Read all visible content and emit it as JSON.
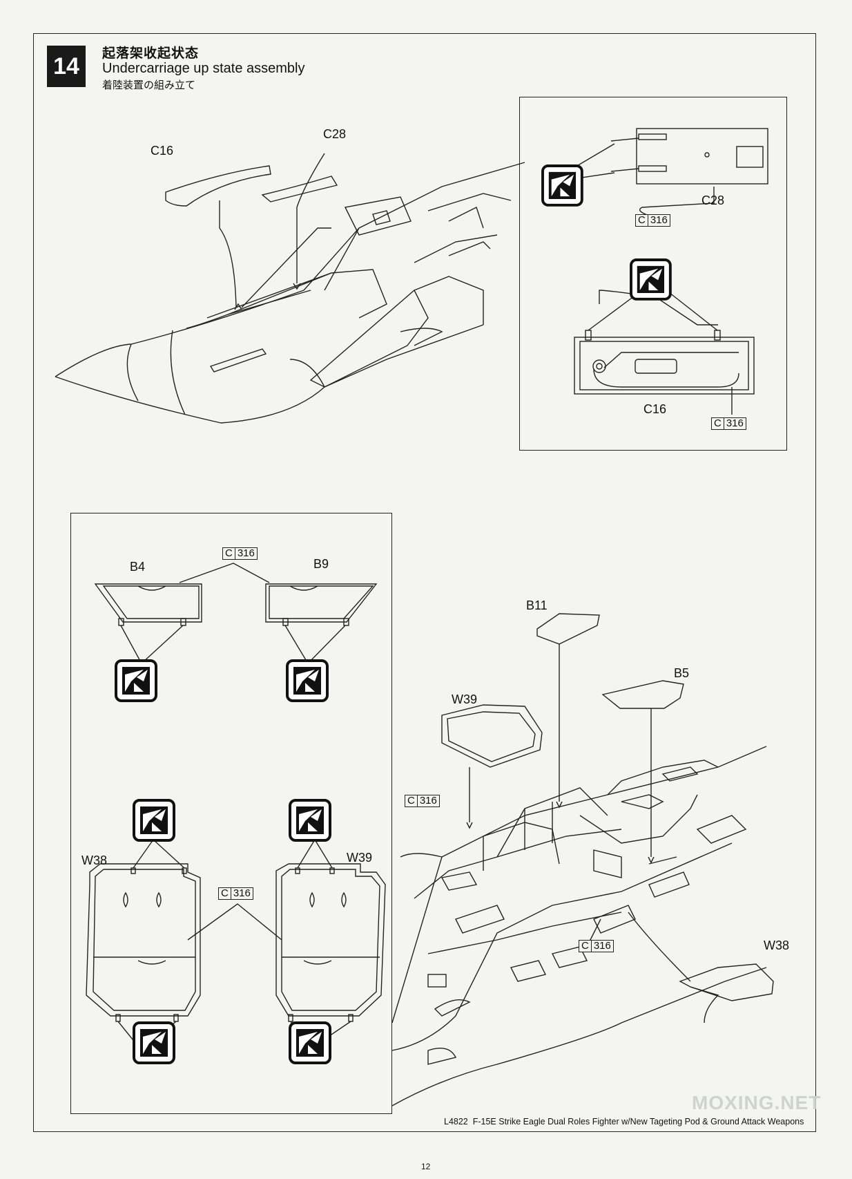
{
  "step": {
    "number": "14",
    "title_zh": "起落架收起状态",
    "title_en": "Undercarriage up state assembly",
    "title_ja": "着陸装置の組み立て"
  },
  "labels": {
    "c16_top": "C16",
    "c28_top": "C28",
    "c28_inset": "C28",
    "c16_inset": "C16",
    "b4": "B4",
    "b9": "B9",
    "w38_left": "W38",
    "w39_left": "W39",
    "b11": "B11",
    "b5": "B5",
    "w39_main": "W39",
    "w38_main": "W38"
  },
  "color_refs": {
    "code_letter": "C",
    "code_number": "316"
  },
  "footer": {
    "model_code": "L4822",
    "description": "F-15E Strike Eagle Dual Roles Fighter w/New Tageting Pod & Ground Attack Weapons",
    "page": "12",
    "watermark": "MOXING.NET"
  },
  "icons": [
    "glue-icon"
  ]
}
